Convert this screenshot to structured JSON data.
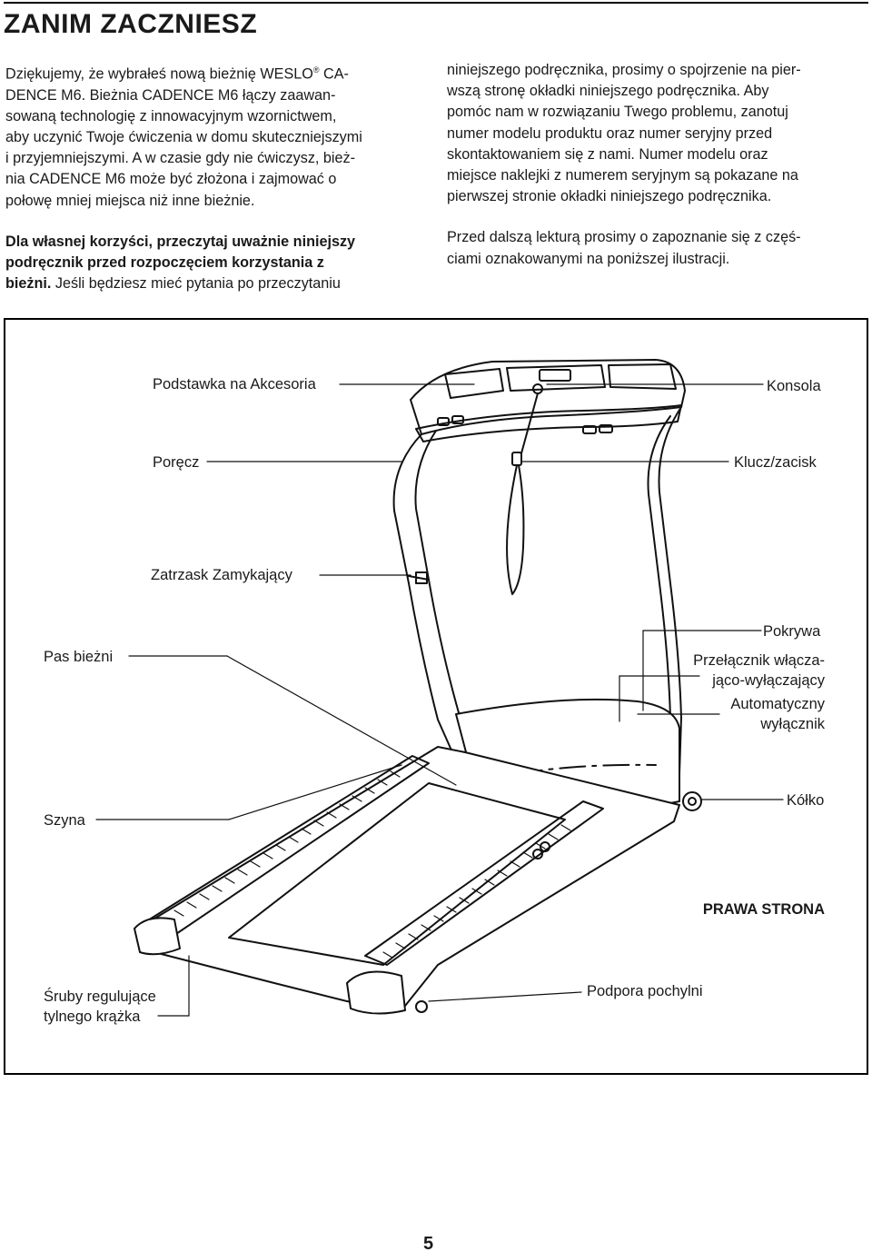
{
  "page": {
    "title": "ZANIM ZACZNIESZ",
    "page_number": "5"
  },
  "left_column": {
    "intro_lines": [
      "Dziękujemy, że wybrałeś nową bieżnię WESLO",
      "DENCE M6. Bieżnia CADENCE M6 łączy zaawan-",
      "sowaną technologię z innowacyjnym wzornictwem,",
      "aby uczynić Twoje ćwiczenia w domu skuteczniejszymi",
      "i przyjemniejszymi. A w czasie gdy nie ćwiczysz, bież-",
      "nia CADENCE M6 może być złożona i zajmować o",
      "połowę mniej miejsca niż inne bieżnie."
    ],
    "intro_line1_suffix": " CA-",
    "registered_mark": "®",
    "bold_lines": [
      "Dla własnej korzyści, przeczytaj uważnie niniejszy",
      "podręcznik przed rozpoczęciem korzystania z",
      "bieżni."
    ],
    "after_bold": " Jeśli będziesz mieć pytania po przeczytaniu"
  },
  "right_column": {
    "para1_lines": [
      "niniejszego podręcznika, prosimy o spojrzenie na pier-",
      "wszą stronę okładki niniejszego podręcznika. Aby",
      "pomóc nam w rozwiązaniu Twego problemu, zanotuj",
      "numer modelu produktu oraz numer seryjny przed",
      "skontaktowaniem się z nami. Numer modelu oraz",
      "miejsce naklejki z numerem seryjnym są pokazane na",
      "pierwszej stronie okładki niniejszego podręcznika."
    ],
    "para2_lines": [
      "Przed dalszą lekturą prosimy o zapoznanie się z częś-",
      "ciami oznakowanymi na poniższej ilustracji."
    ]
  },
  "diagram": {
    "labels": {
      "accessory_tray": "Podstawka na Akcesoria",
      "console": "Konsola",
      "handrail": "Poręcz",
      "key_clip": "Klucz/zacisk",
      "latch": "Zatrzask Zamykający",
      "belt": "Pas bieżni",
      "hood": "Pokrywa",
      "power_switch_1": "Przełącznik włącza-",
      "power_switch_2": "jąco-wyłączający",
      "circuit_breaker_1": "Automatyczny",
      "circuit_breaker_2": "wyłącznik",
      "rail": "Szyna",
      "wheel": "Kółko",
      "right_side": "PRAWA STRONA",
      "roller_bolts_1": "Śruby regulujące",
      "roller_bolts_2": "tylnego krążka",
      "incline_leg": "Podpora pochylni"
    }
  }
}
